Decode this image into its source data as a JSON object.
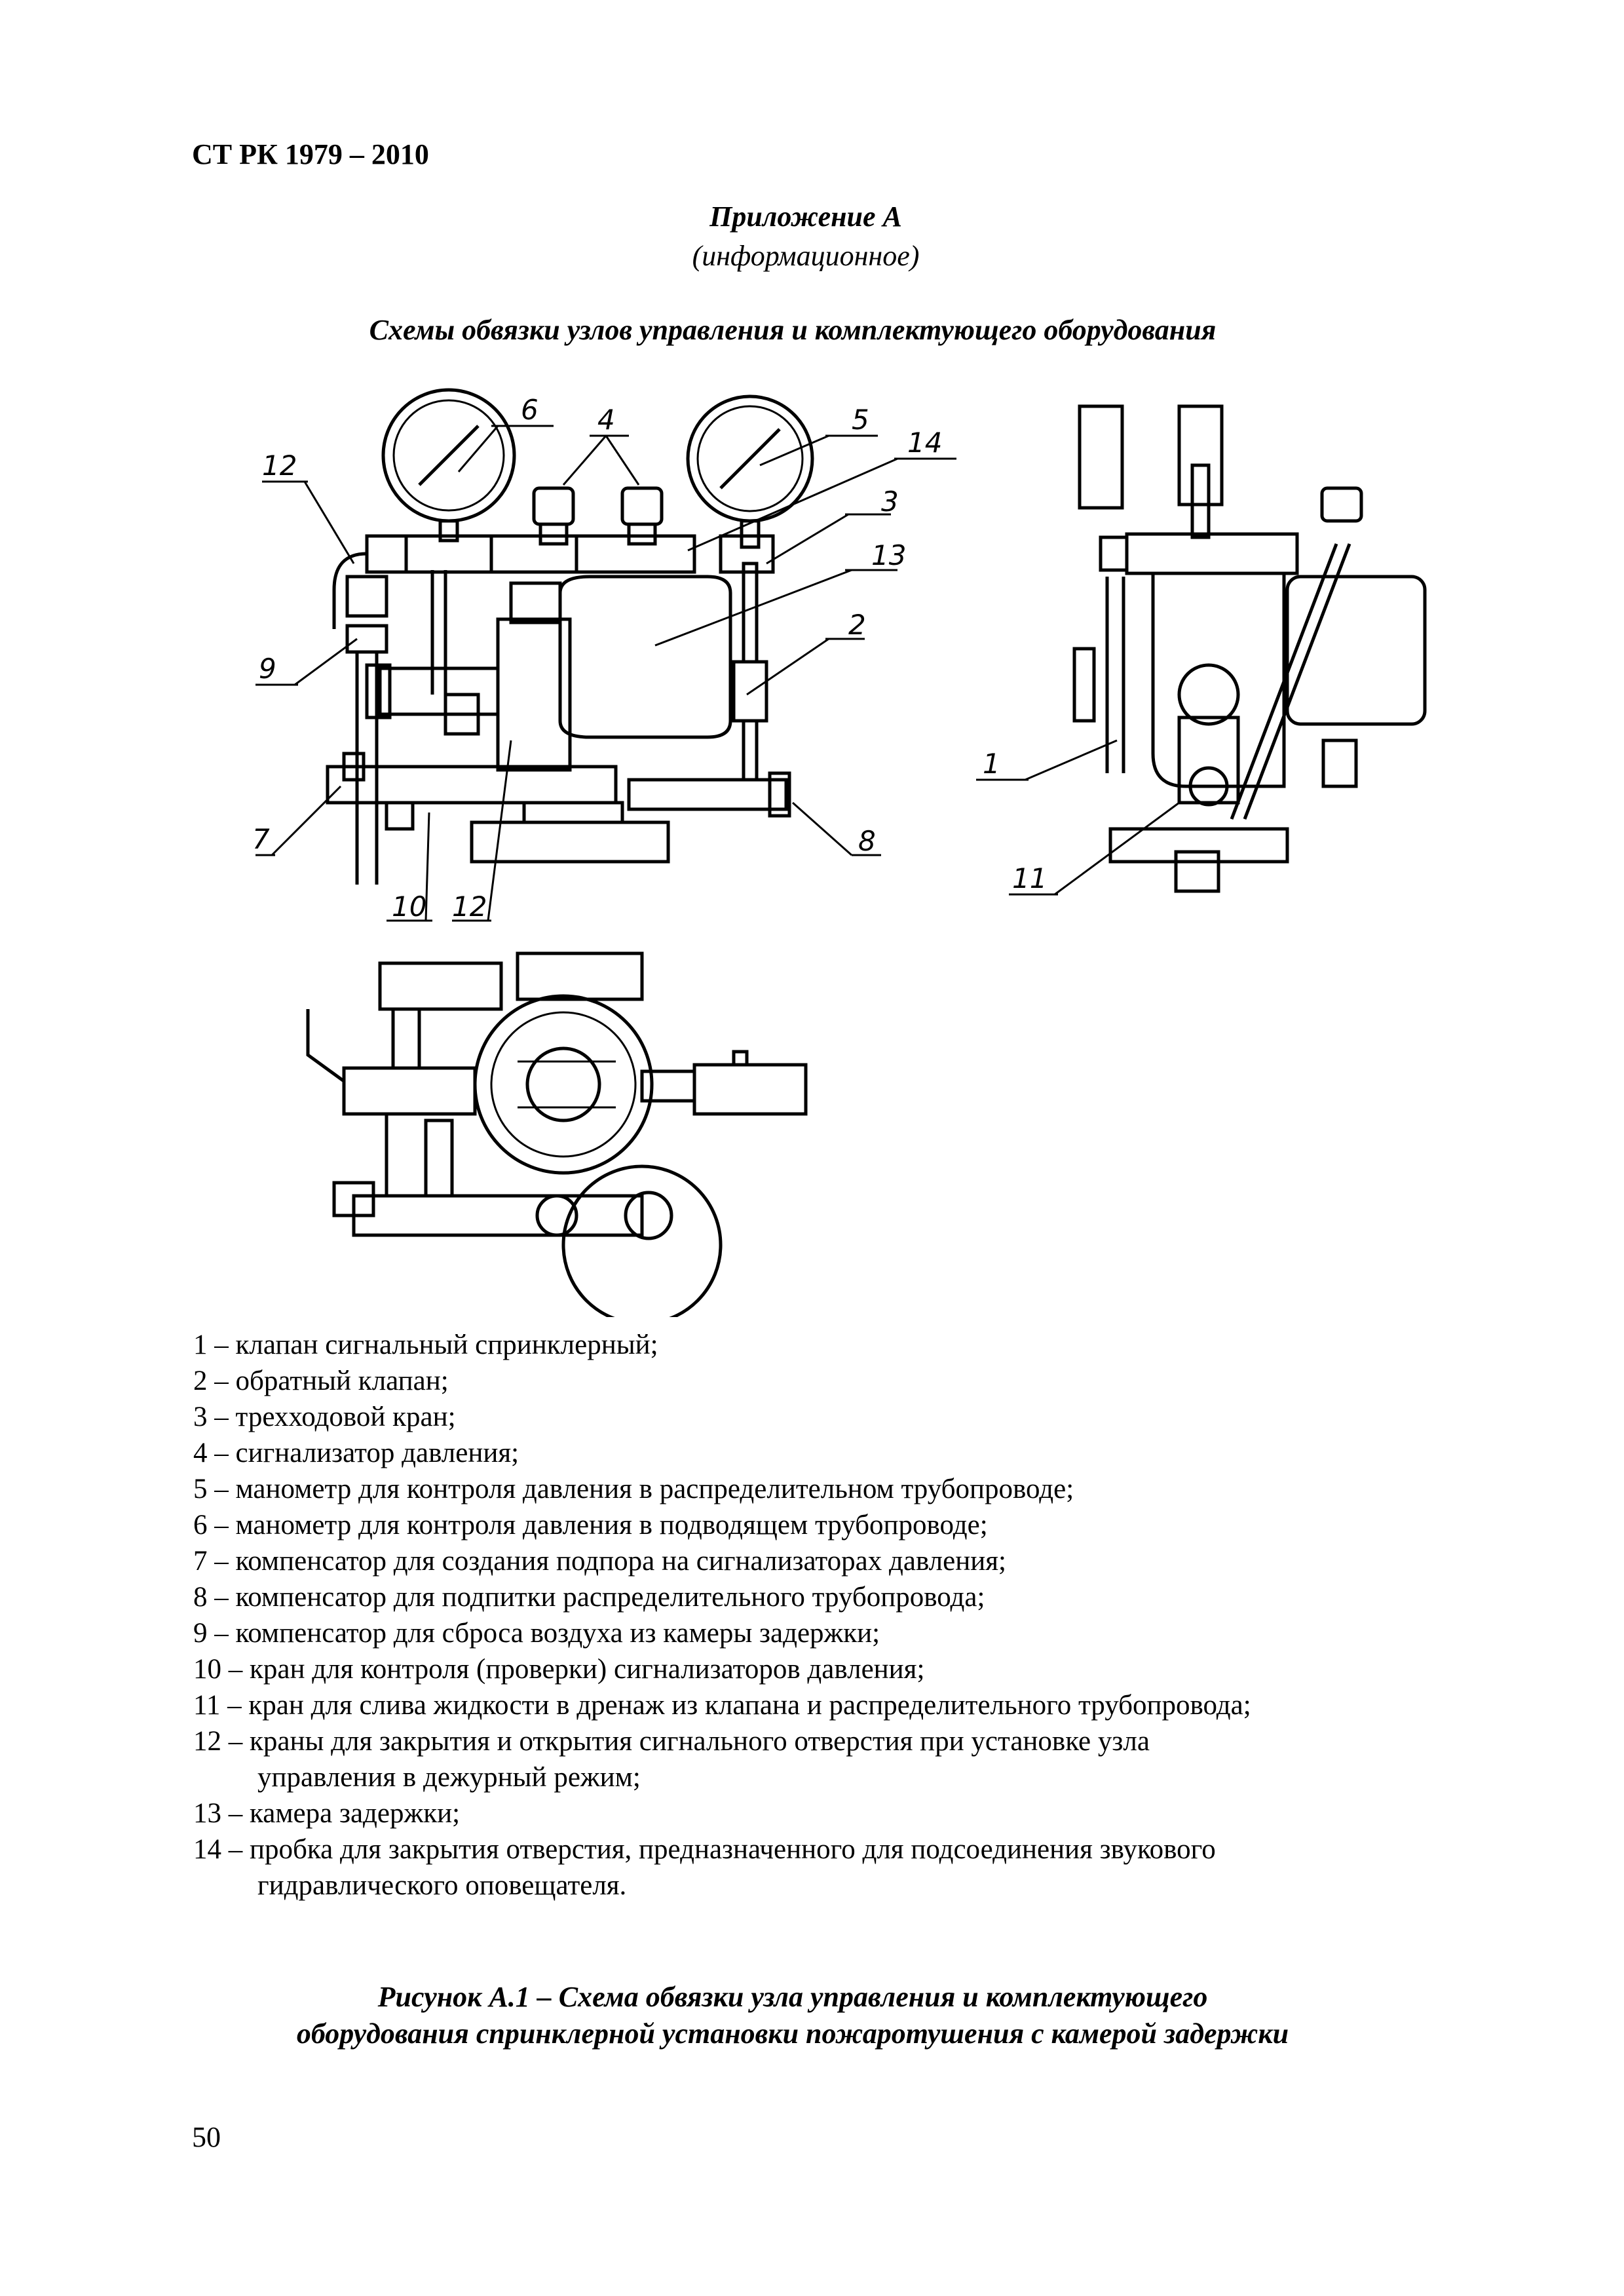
{
  "header": {
    "doc_code": "СТ РК 1979 – 2010"
  },
  "annex": {
    "title": "Приложение А",
    "subtitle": "(информационное)"
  },
  "section_title": "Схемы обвязки узлов управления и комплектующего оборудования",
  "drawing_labels": [
    "1",
    "2",
    "3",
    "4",
    "5",
    "6",
    "7",
    "8",
    "9",
    "10",
    "11",
    "12",
    "13",
    "14"
  ],
  "legend": [
    {
      "num": "1 – ",
      "text": "клапан сигнальный спринклерный;"
    },
    {
      "num": "2 – ",
      "text": "обратный клапан;"
    },
    {
      "num": "3 – ",
      "text": "трехходовой кран;"
    },
    {
      "num": "4 – ",
      "text": "сигнализатор давления;"
    },
    {
      "num": "5 – ",
      "text": "манометр для контроля давления в распределительном трубопроводе;"
    },
    {
      "num": "6 – ",
      "text": "манометр для контроля давления в подводящем трубопроводе;"
    },
    {
      "num": "7 – ",
      "text": "компенсатор для создания подпора на сигнализаторах давления;"
    },
    {
      "num": "8 – ",
      "text": "компенсатор для подпитки распределительного трубопровода;"
    },
    {
      "num": "9 – ",
      "text": "компенсатор для сброса воздуха из камеры задержки;"
    },
    {
      "num": "10 – ",
      "text": "кран для контроля (проверки) сигнализаторов давления;"
    },
    {
      "num": "11 – ",
      "text": "кран для слива жидкости в дренаж из клапана и распределительного трубопровода;"
    },
    {
      "num": "12 – ",
      "text": "краны для закрытия и открытия сигнального отверстия при установке узла",
      "cont": "управления в дежурный режим;"
    },
    {
      "num": "13 – ",
      "text": "камера задержки;"
    },
    {
      "num": "14 – ",
      "text": "пробка для закрытия отверстия, предназначенного для подсоединения звукового",
      "cont": "гидравлического оповещателя."
    }
  ],
  "caption": {
    "line1": "Рисунок А.1 – Схема обвязки узла управления и комплектующего",
    "line2": "оборудования спринклерной установки пожаротушения с камерой задержки"
  },
  "footer": {
    "page_number": "50"
  }
}
